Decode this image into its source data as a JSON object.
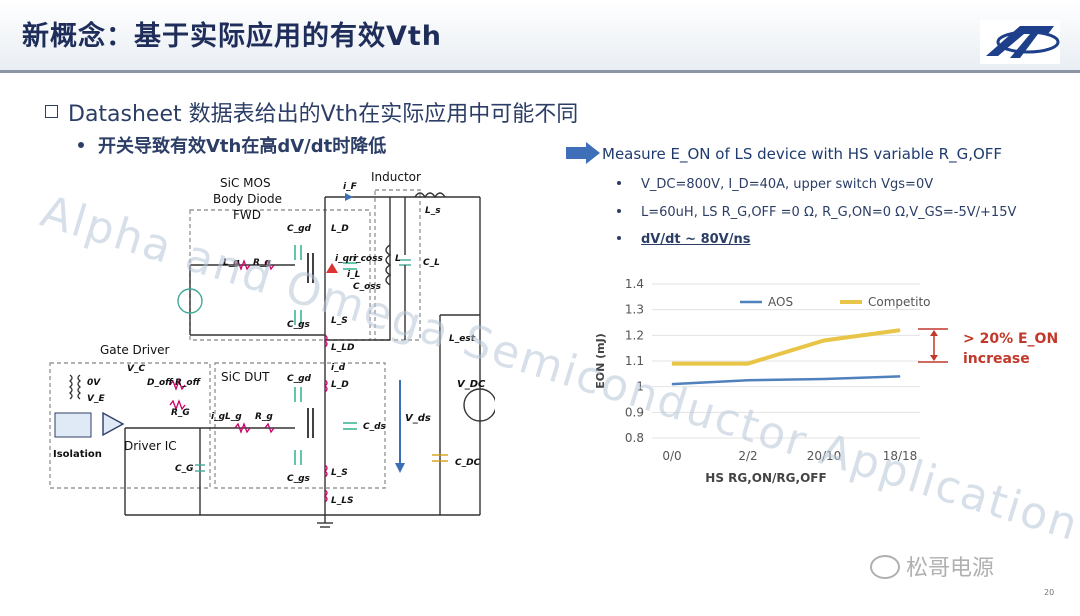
{
  "slide": {
    "title": "新概念：基于实际应用的有效Vth",
    "bullet_main": "Datasheet 数据表给出的Vth在实际应用中可能不同",
    "bullet_sub": "开关导致有效Vth在高dV/dt时降低",
    "page_number": "20",
    "watermark_text": "Alpha and Omega Semiconductor Application Center",
    "brand_watermark": "松哥电源"
  },
  "measure": {
    "heading": "Measure E_ON of LS device with HS variable R_G,OFF",
    "conditions": [
      "V_DC=800V, I_D=40A, upper switch Vgs=0V",
      "L=60uH, LS R_G,OFF =0 Ω, R_G,ON=0 Ω,V_GS=-5V/+15V",
      "dV/dt ~ 80V/ns"
    ]
  },
  "circuit": {
    "labels": {
      "sic_mos": "SiC MOS",
      "body_diode": "Body Diode",
      "fwd": "FWD",
      "inductor": "Inductor",
      "gate_driver": "Gate Driver",
      "sic_dut": "SiC DUT",
      "driver_ic": "Driver IC",
      "isolation": "Isolation",
      "vc": "V_C",
      "ve": "V_E",
      "ov": "0V",
      "doff": "D_off",
      "roff": "R_off",
      "rg_big": "R_G",
      "cg": "C_G",
      "ig": "i_g",
      "lg": "L_g",
      "rg": "R_g",
      "cgd": "C_gd",
      "cgs": "C_gs",
      "cds": "C_ds",
      "ld": "L_D",
      "ls": "L_S",
      "lld": "L_LD",
      "lls": "L_LS",
      "id": "i_d",
      "if": "i_F",
      "iqrr": "i_qrr",
      "icoss": "i_coss",
      "coss": "C_oss",
      "il": "i_L",
      "l": "L",
      "cl": "C_L",
      "ls_ind": "L_s",
      "lest": "L_est",
      "vdc": "V_DC",
      "cdc": "C_DC",
      "vds": "V_ds"
    }
  },
  "chart_data": {
    "type": "line",
    "categories": [
      "0/0",
      "2/2",
      "20/10",
      "18/18"
    ],
    "series": [
      {
        "name": "AOS",
        "values": [
          1.01,
          1.025,
          1.03,
          1.04
        ],
        "color": "#4f81bd"
      },
      {
        "name": "Competitor",
        "values": [
          1.09,
          1.09,
          1.18,
          1.22
        ],
        "color": "#e8c547"
      }
    ],
    "xlabel": "HS RG,ON/RG,OFF",
    "ylabel": "EON (mJ)",
    "ylim": [
      0.8,
      1.4
    ],
    "yticks": [
      "0.8",
      "0.9",
      "1",
      "1.1",
      "1.2",
      "1.3",
      "1.4"
    ],
    "legend_position": "top",
    "grid": true
  },
  "callout": {
    "line1": "> 20% E_ON",
    "line2": "increase",
    "color": "#c0392b"
  }
}
